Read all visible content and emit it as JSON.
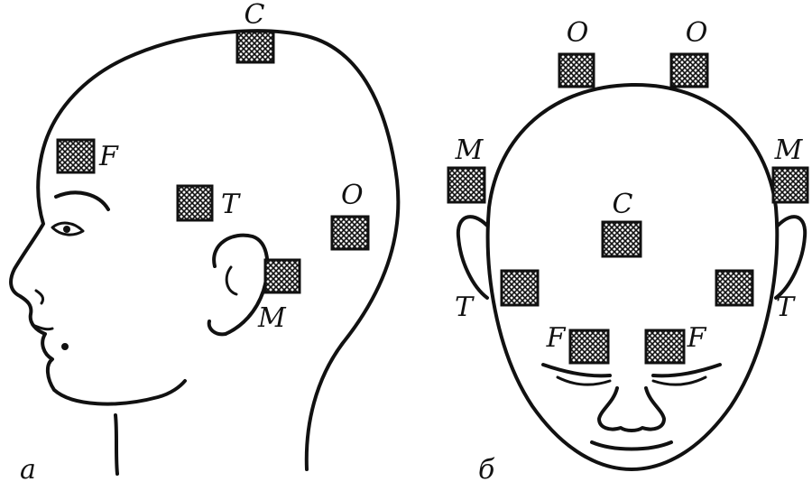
{
  "panels": {
    "side": {
      "caption": "а",
      "electrodes": [
        {
          "key": "C",
          "label": "C"
        },
        {
          "key": "F",
          "label": "F"
        },
        {
          "key": "T",
          "label": "T"
        },
        {
          "key": "O",
          "label": "O"
        },
        {
          "key": "M",
          "label": "M"
        }
      ]
    },
    "top": {
      "caption": "б",
      "electrodes": [
        {
          "key": "O1",
          "label": "O"
        },
        {
          "key": "O2",
          "label": "O"
        },
        {
          "key": "M1",
          "label": "M"
        },
        {
          "key": "M2",
          "label": "M"
        },
        {
          "key": "C",
          "label": "C"
        },
        {
          "key": "T1",
          "label": "T"
        },
        {
          "key": "T2",
          "label": "T"
        },
        {
          "key": "F1",
          "label": "F"
        },
        {
          "key": "F2",
          "label": "F"
        }
      ]
    }
  }
}
